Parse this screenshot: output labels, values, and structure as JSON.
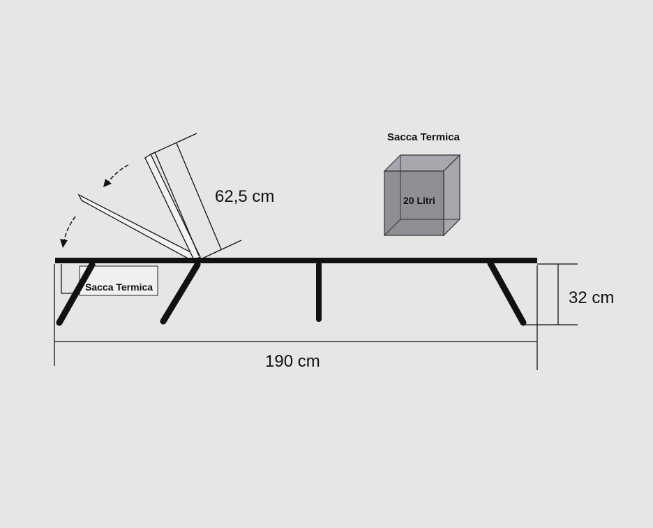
{
  "colors": {
    "background": "#e6e6e6",
    "frame": "#111111",
    "backrest": "#f2f2f2",
    "box_face": "#8e8e94",
    "box_side": "#a7a7ad",
    "bag_fill": "#f0f0f0"
  },
  "labels": {
    "backrest_length": "62,5 cm",
    "height": "32 cm",
    "length": "190 cm",
    "bag_under": "Sacca Termica",
    "bag_title": "Sacca Termica",
    "bag_volume": "20 Litri"
  },
  "icons": [
    "rotate-arrow-icon"
  ]
}
